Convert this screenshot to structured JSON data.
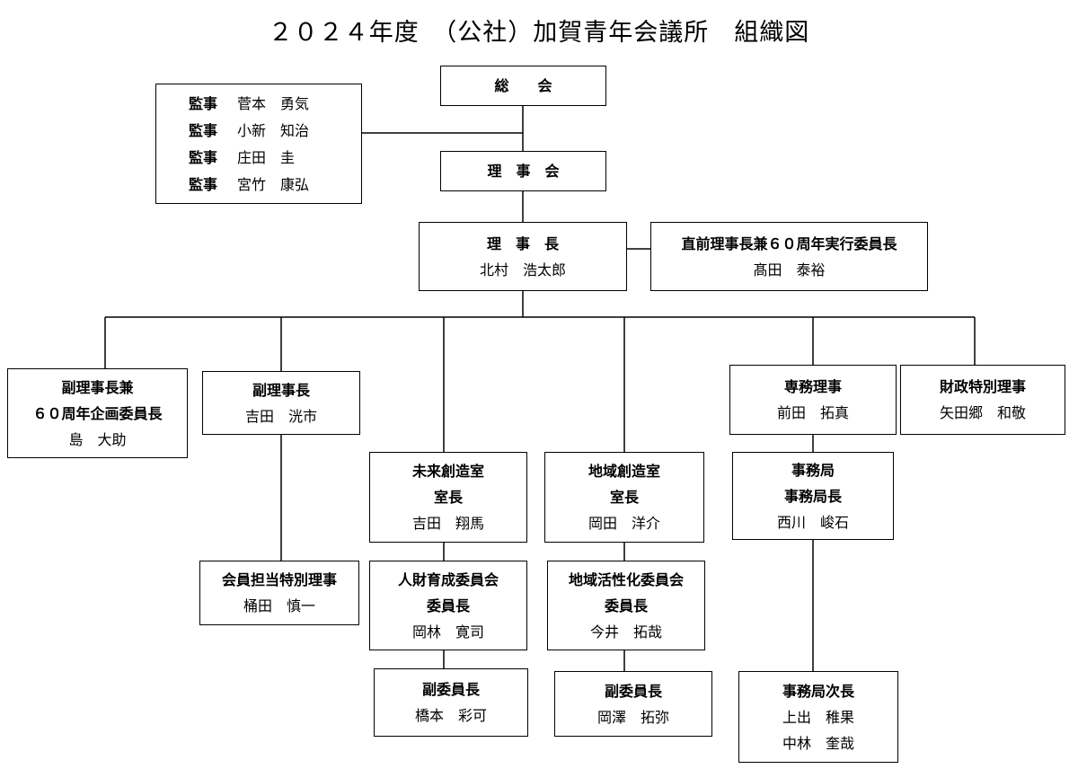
{
  "title": "２０２４年度　（公社）加賀青年会議所　組織図",
  "sokai": {
    "label": "総　　会"
  },
  "kansa": [
    {
      "role": "監事",
      "name": "菅本　勇気"
    },
    {
      "role": "監事",
      "name": "小新　知治"
    },
    {
      "role": "監事",
      "name": "庄田　圭"
    },
    {
      "role": "監事",
      "name": "宮竹　康弘"
    }
  ],
  "rijikai": {
    "label": "理　事　会"
  },
  "rijicho": {
    "role": "理　事　長",
    "name": "北村　浩太郎"
  },
  "chokuzen": {
    "role": "直前理事長兼６０周年実行委員長",
    "name": "髙田　泰裕"
  },
  "fuku1": {
    "role1": "副理事長兼",
    "role2": "６０周年企画委員長",
    "name": "島　大助"
  },
  "fuku2": {
    "role": "副理事長",
    "name": "吉田　洸市"
  },
  "kaiin": {
    "role": "会員担当特別理事",
    "name": "桶田　慎一"
  },
  "mirai": {
    "role1": "未来創造室",
    "role2": "室長",
    "name": "吉田　翔馬"
  },
  "jinzai": {
    "role1": "人財育成委員会",
    "role2": "委員長",
    "name": "岡林　寛司"
  },
  "mirai_fuku": {
    "role": "副委員長",
    "name": "橋本　彩可"
  },
  "chiiki": {
    "role1": "地域創造室",
    "role2": "室長",
    "name": "岡田　洋介"
  },
  "kasseika": {
    "role1": "地域活性化委員会",
    "role2": "委員長",
    "name": "今井　拓哉"
  },
  "chiiki_fuku": {
    "role": "副委員長",
    "name": "岡澤　拓弥"
  },
  "senmu": {
    "role": "専務理事",
    "name": "前田　拓真"
  },
  "zaisei": {
    "role": "財政特別理事",
    "name": "矢田郷　和敬"
  },
  "jimukyoku": {
    "role1": "事務局",
    "role2": "事務局長",
    "name": "西川　峻石"
  },
  "jicho": {
    "role": "事務局次長",
    "names": [
      "上出　稚果",
      "中林　奎哉"
    ]
  }
}
